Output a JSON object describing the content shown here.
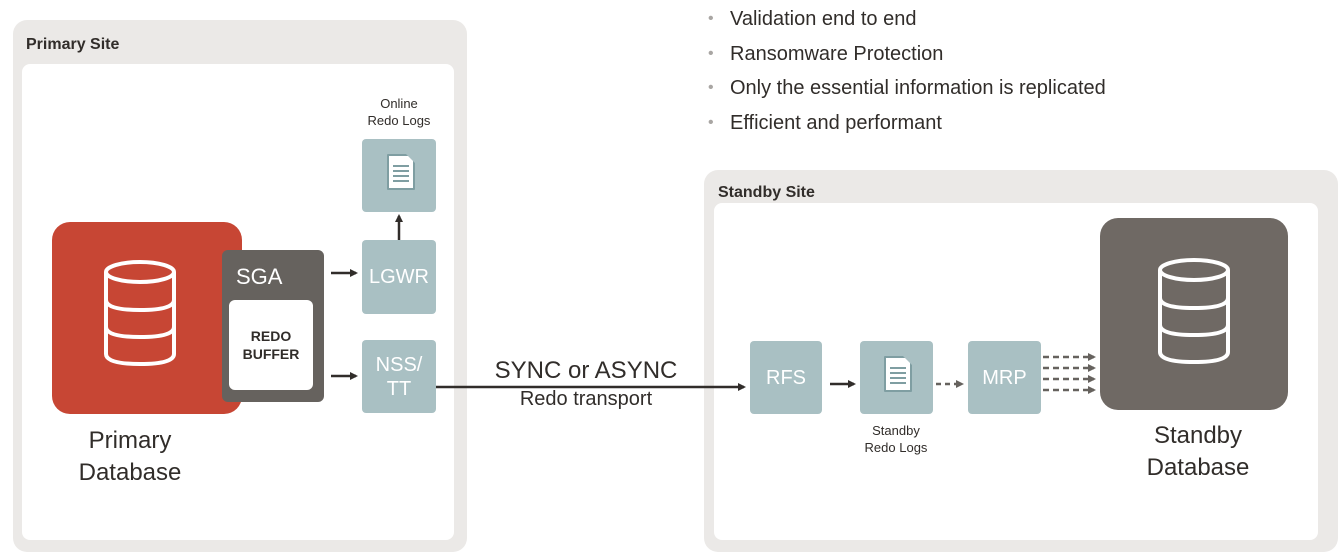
{
  "bullets": [
    "Validation end to end",
    "Ransomware Protection",
    "Only the essential information is replicated",
    "Efficient and performant"
  ],
  "primary_site": {
    "title": "Primary Site",
    "sga_label": "SGA",
    "redo_buffer_line1": "REDO",
    "redo_buffer_line2": "BUFFER",
    "lgwr_label": "LGWR",
    "nss_line1": "NSS/",
    "nss_line2": "TT",
    "online_redo_line1": "Online",
    "online_redo_line2": "Redo Logs",
    "db_line1": "Primary",
    "db_line2": "Database"
  },
  "transport": {
    "line1": "SYNC or ASYNC",
    "line2": "Redo transport"
  },
  "standby_site": {
    "title": "Standby Site",
    "rfs_label": "RFS",
    "mrp_label": "MRP",
    "standby_redo_line1": "Standby",
    "standby_redo_line2": "Redo Logs",
    "db_line1": "Standby",
    "db_line2": "Database"
  },
  "colors": {
    "primary_db": "#c74634",
    "standby_db": "#6f6964",
    "sga": "#66625e",
    "process_box": "#a9c0c3",
    "frame": "#ebe9e7"
  }
}
